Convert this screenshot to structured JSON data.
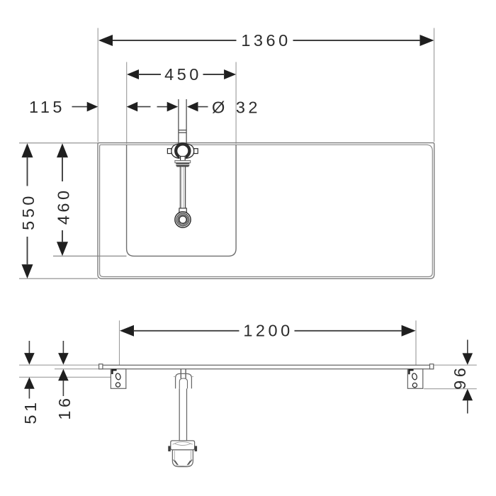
{
  "colors": {
    "background": "#ffffff",
    "outline_gray": "#7e7e7e",
    "dimension_dark": "#2b2b2b"
  },
  "top_view": {
    "overall_width": "1360",
    "basin_cutout_width": "450",
    "left_edge_offset": "115",
    "drain_diameter": "Ø 32",
    "overall_depth": "550",
    "basin_cutout_depth": "460"
  },
  "front_view": {
    "bracket_spacing": "1200",
    "slab_thickness": "16",
    "bracket_slot_offset": "51",
    "total_height": "96"
  }
}
